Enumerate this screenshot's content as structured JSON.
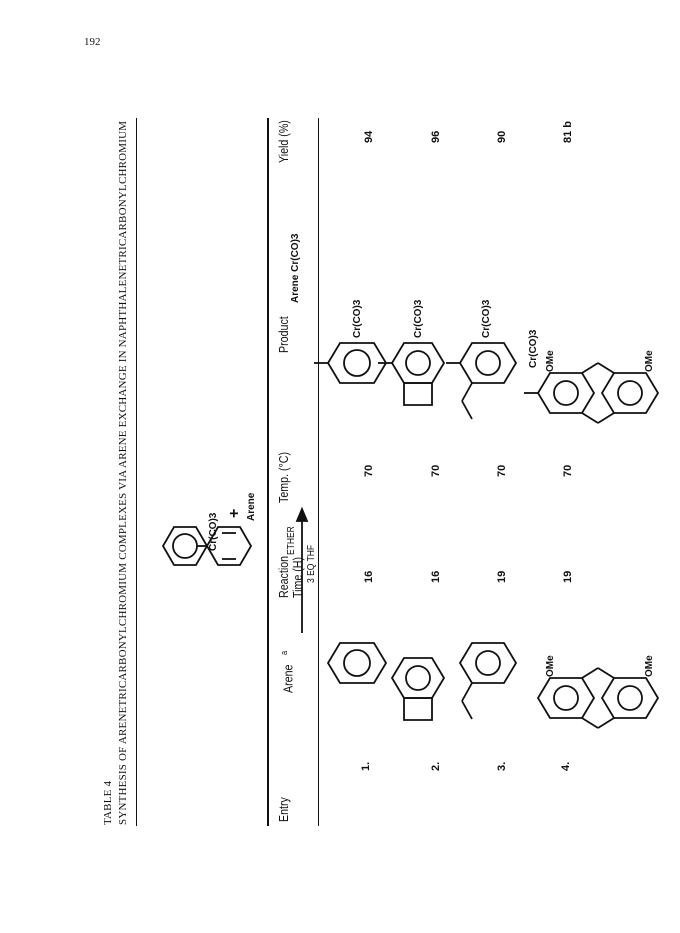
{
  "page": {
    "number": "192"
  },
  "table": {
    "label": "TABLE 4",
    "title": "SYNTHESIS OF ARENETRICARBONYLCHROMIUM COMPLEXES VIA ARENE EXCHANGE IN NAPHTHALENETRICARBONYLCHROMIUM"
  },
  "scheme": {
    "reagent_complex": "Cr(CO)3",
    "plus": "+",
    "arene": "Arene",
    "condition_top": "ETHER",
    "condition_bottom": "3 EQ THF",
    "product": "Arene  Cr(CO)3"
  },
  "columns": {
    "entry": "Entry",
    "arene": "Arene",
    "arene_note": "a",
    "time_line1": "Reaction",
    "time_line2": "Time (H)",
    "temp": "Temp. (°C)",
    "product": "Product",
    "yield": "Yield (%)"
  },
  "rows": [
    {
      "entry": "1.",
      "time": "16",
      "temp": "70",
      "product_label": "Cr(CO)3",
      "yield": "94"
    },
    {
      "entry": "2.",
      "time": "16",
      "temp": "70",
      "product_label": "Cr(CO)3",
      "yield": "96"
    },
    {
      "entry": "3.",
      "time": "19",
      "temp": "70",
      "product_label": "Cr(CO)3",
      "yield": "90"
    },
    {
      "entry": "4.",
      "time": "19",
      "temp": "70",
      "product_label": "Cr(CO)3",
      "yield": "81 b"
    }
  ],
  "substituents": {
    "ome": "OMe"
  }
}
